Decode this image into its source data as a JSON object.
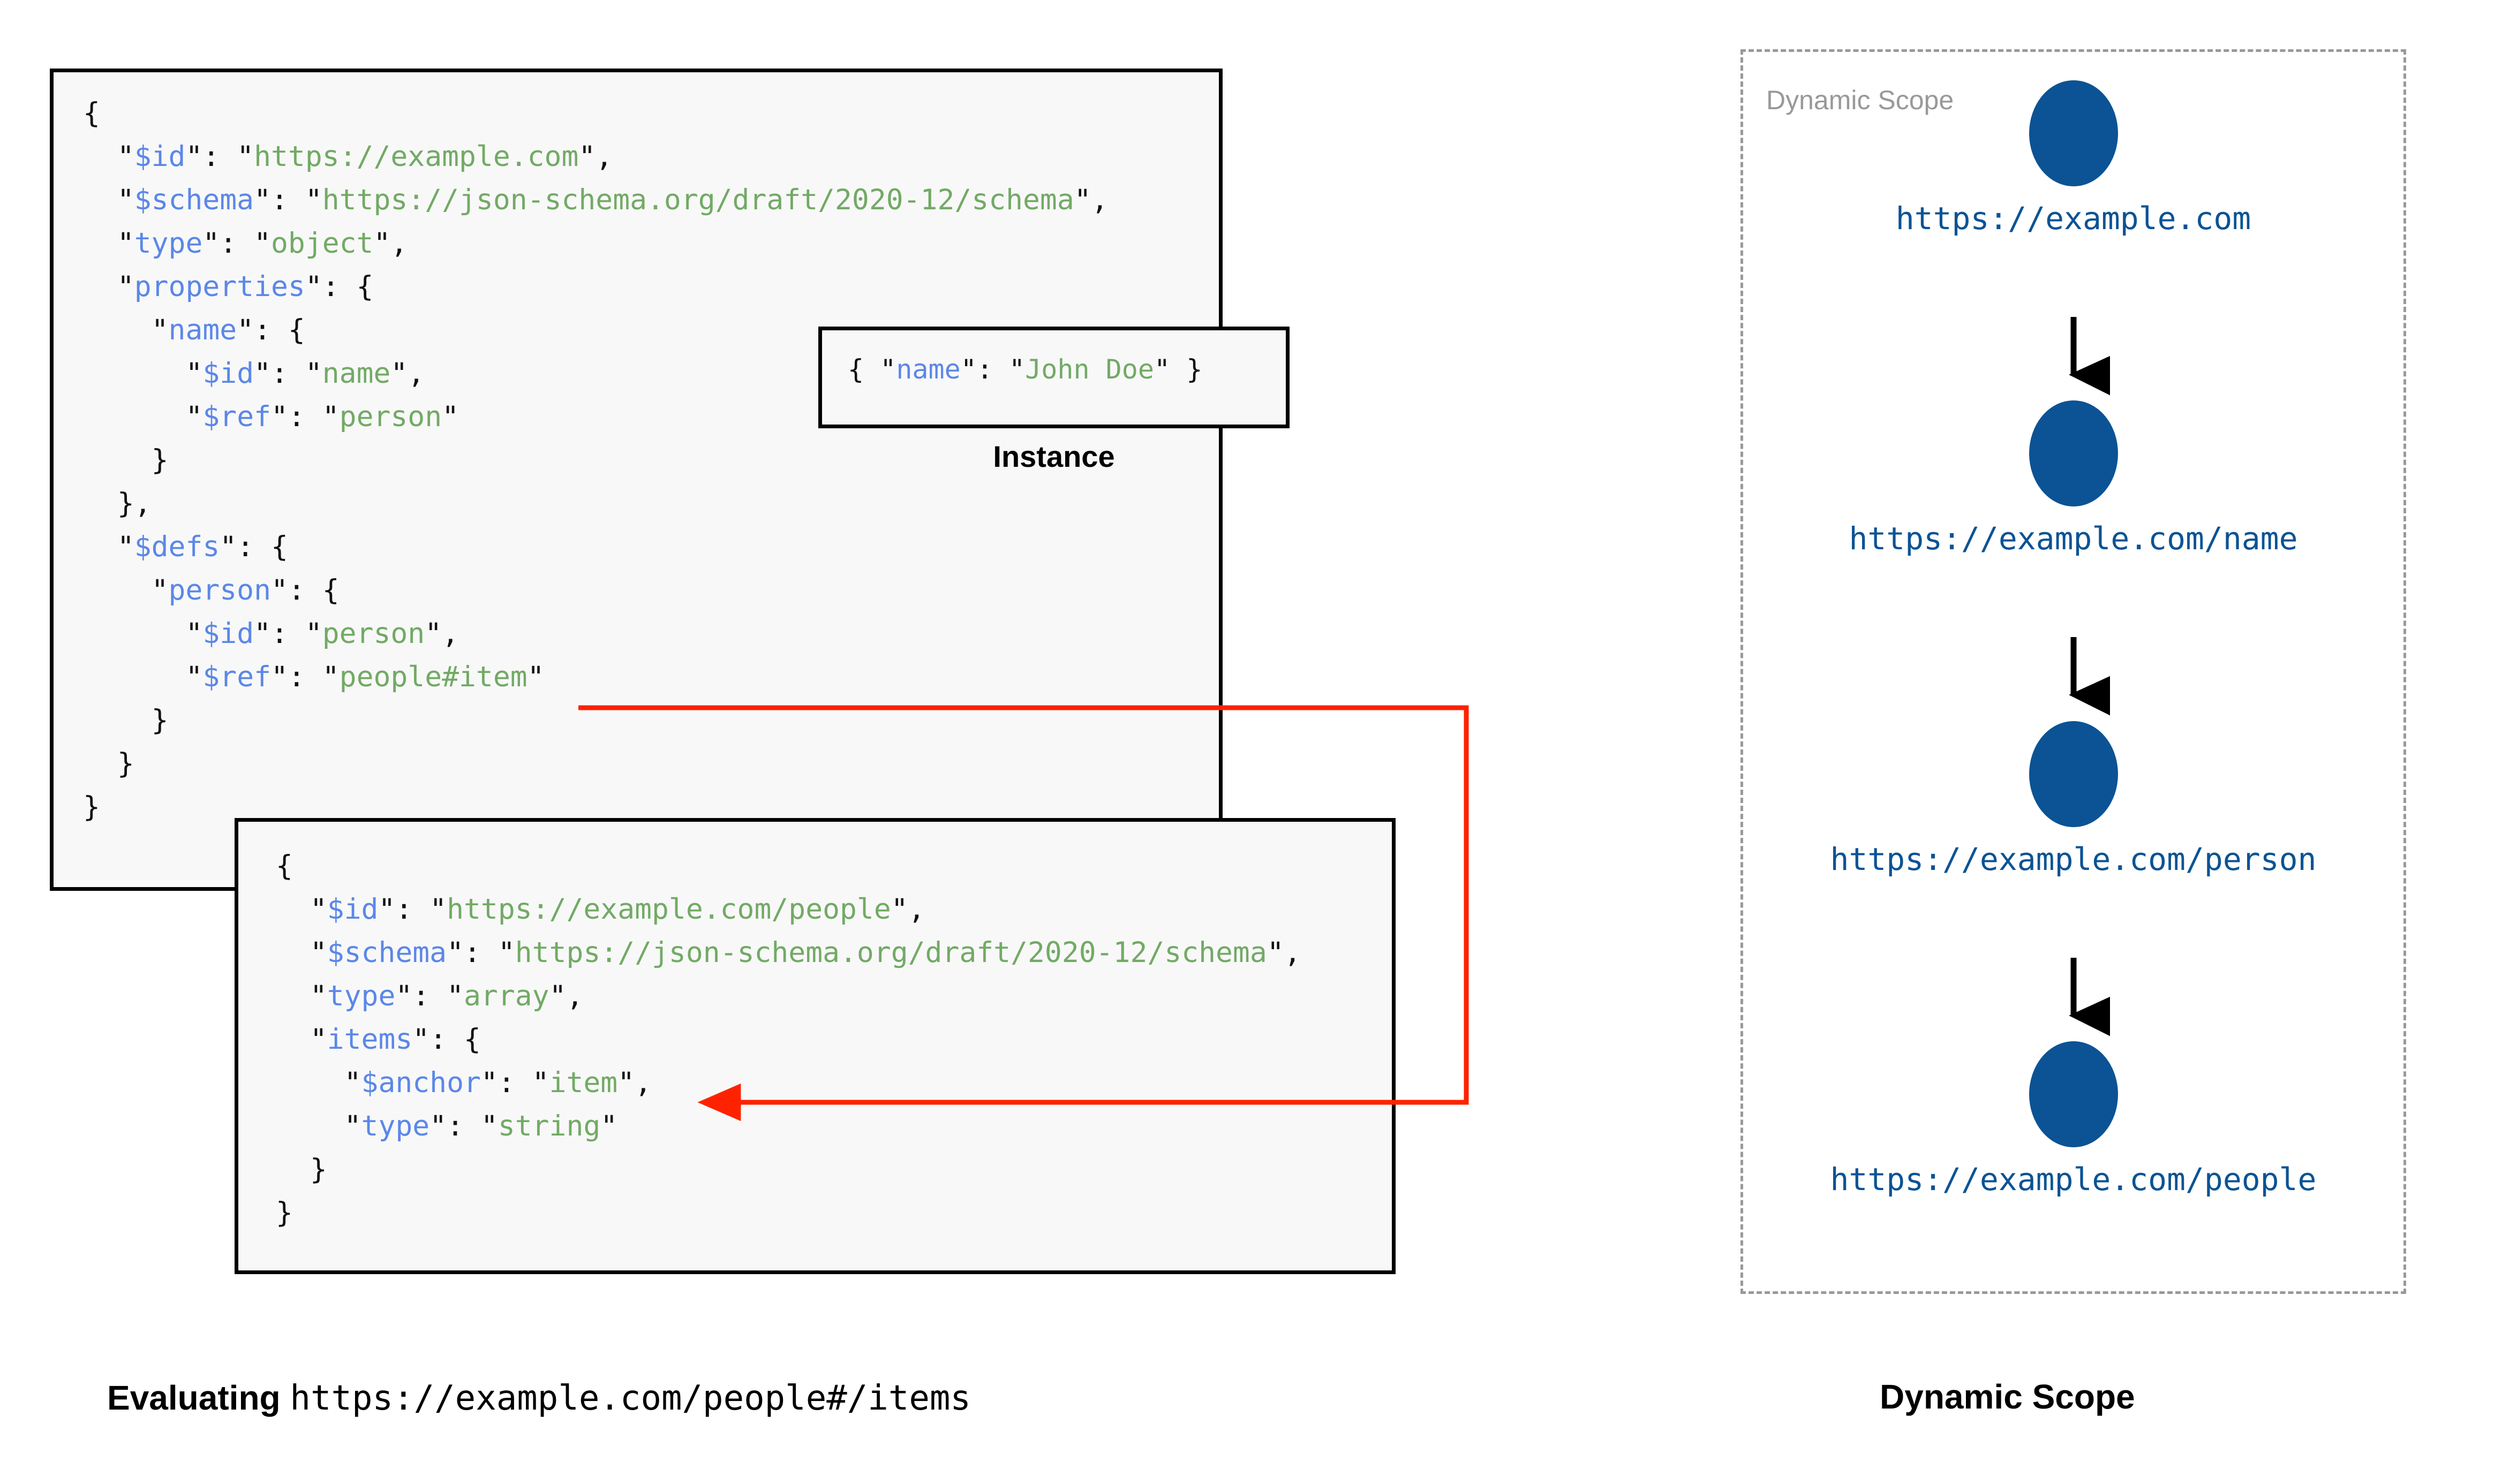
{
  "schema_root": {
    "name": "root-schema",
    "lines": [
      [
        {
          "t": "{",
          "c": "p"
        }
      ],
      [
        {
          "t": "  \"",
          "c": "p"
        },
        {
          "t": "$id",
          "c": "k"
        },
        {
          "t": "\": \"",
          "c": "p"
        },
        {
          "t": "https://example.com",
          "c": "s"
        },
        {
          "t": "\",",
          "c": "p"
        }
      ],
      [
        {
          "t": "  \"",
          "c": "p"
        },
        {
          "t": "$schema",
          "c": "k"
        },
        {
          "t": "\": \"",
          "c": "p"
        },
        {
          "t": "https://json-schema.org/draft/2020-12/schema",
          "c": "s"
        },
        {
          "t": "\",",
          "c": "p"
        }
      ],
      [
        {
          "t": "  \"",
          "c": "p"
        },
        {
          "t": "type",
          "c": "k"
        },
        {
          "t": "\": \"",
          "c": "p"
        },
        {
          "t": "object",
          "c": "s"
        },
        {
          "t": "\",",
          "c": "p"
        }
      ],
      [
        {
          "t": "  \"",
          "c": "p"
        },
        {
          "t": "properties",
          "c": "k"
        },
        {
          "t": "\": {",
          "c": "p"
        }
      ],
      [
        {
          "t": "    \"",
          "c": "p"
        },
        {
          "t": "name",
          "c": "k"
        },
        {
          "t": "\": {",
          "c": "p"
        }
      ],
      [
        {
          "t": "      \"",
          "c": "p"
        },
        {
          "t": "$id",
          "c": "k"
        },
        {
          "t": "\": \"",
          "c": "p"
        },
        {
          "t": "name",
          "c": "s"
        },
        {
          "t": "\",",
          "c": "p"
        }
      ],
      [
        {
          "t": "      \"",
          "c": "p"
        },
        {
          "t": "$ref",
          "c": "k"
        },
        {
          "t": "\": \"",
          "c": "p"
        },
        {
          "t": "person",
          "c": "s"
        },
        {
          "t": "\"",
          "c": "p"
        }
      ],
      [
        {
          "t": "    }",
          "c": "p"
        }
      ],
      [
        {
          "t": "  },",
          "c": "p"
        }
      ],
      [
        {
          "t": "  \"",
          "c": "p"
        },
        {
          "t": "$defs",
          "c": "k"
        },
        {
          "t": "\": {",
          "c": "p"
        }
      ],
      [
        {
          "t": "    \"",
          "c": "p"
        },
        {
          "t": "person",
          "c": "k"
        },
        {
          "t": "\": {",
          "c": "p"
        }
      ],
      [
        {
          "t": "      \"",
          "c": "p"
        },
        {
          "t": "$id",
          "c": "k"
        },
        {
          "t": "\": \"",
          "c": "p"
        },
        {
          "t": "person",
          "c": "s"
        },
        {
          "t": "\",",
          "c": "p"
        }
      ],
      [
        {
          "t": "      \"",
          "c": "p"
        },
        {
          "t": "$ref",
          "c": "k"
        },
        {
          "t": "\": \"",
          "c": "p"
        },
        {
          "t": "people#item",
          "c": "s"
        },
        {
          "t": "\"",
          "c": "p"
        }
      ],
      [
        {
          "t": "    }",
          "c": "p"
        }
      ],
      [
        {
          "t": "  }",
          "c": "p"
        }
      ],
      [
        {
          "t": "}",
          "c": "p"
        }
      ]
    ]
  },
  "instance": {
    "caption": "Instance",
    "lines": [
      [
        {
          "t": "{ \"",
          "c": "p"
        },
        {
          "t": "name",
          "c": "k"
        },
        {
          "t": "\": \"",
          "c": "p"
        },
        {
          "t": "John Doe",
          "c": "s"
        },
        {
          "t": "\" }",
          "c": "p"
        }
      ]
    ]
  },
  "people_schema": {
    "name": "people-schema",
    "lines": [
      [
        {
          "t": "{",
          "c": "p"
        }
      ],
      [
        {
          "t": "  \"",
          "c": "p"
        },
        {
          "t": "$id",
          "c": "k"
        },
        {
          "t": "\": \"",
          "c": "p"
        },
        {
          "t": "https://example.com/people",
          "c": "s"
        },
        {
          "t": "\",",
          "c": "p"
        }
      ],
      [
        {
          "t": "  \"",
          "c": "p"
        },
        {
          "t": "$schema",
          "c": "k"
        },
        {
          "t": "\": \"",
          "c": "p"
        },
        {
          "t": "https://json-schema.org/draft/2020-12/schema",
          "c": "s"
        },
        {
          "t": "\",",
          "c": "p"
        }
      ],
      [
        {
          "t": "  \"",
          "c": "p"
        },
        {
          "t": "type",
          "c": "k"
        },
        {
          "t": "\": \"",
          "c": "p"
        },
        {
          "t": "array",
          "c": "s"
        },
        {
          "t": "\",",
          "c": "p"
        }
      ],
      [
        {
          "t": "  \"",
          "c": "p"
        },
        {
          "t": "items",
          "c": "k"
        },
        {
          "t": "\": {",
          "c": "p"
        }
      ],
      [
        {
          "t": "    \"",
          "c": "p"
        },
        {
          "t": "$anchor",
          "c": "k"
        },
        {
          "t": "\": \"",
          "c": "p"
        },
        {
          "t": "item",
          "c": "s"
        },
        {
          "t": "\",",
          "c": "p"
        }
      ],
      [
        {
          "t": "    \"",
          "c": "p"
        },
        {
          "t": "type",
          "c": "k"
        },
        {
          "t": "\": \"",
          "c": "p"
        },
        {
          "t": "string",
          "c": "s"
        },
        {
          "t": "\"",
          "c": "p"
        }
      ],
      [
        {
          "t": "  }",
          "c": "p"
        }
      ],
      [
        {
          "t": "}",
          "c": "p"
        }
      ]
    ]
  },
  "dynamic_scope": {
    "panel_title": "Dynamic Scope",
    "nodes": [
      {
        "label": "https://example.com"
      },
      {
        "label": "https://example.com/name"
      },
      {
        "label": "https://example.com/person"
      },
      {
        "label": "https://example.com/people"
      }
    ]
  },
  "captions": {
    "left_prefix": "Evaluating",
    "left_uri": "https://example.com/people#/items",
    "right": "Dynamic Scope"
  },
  "colors": {
    "json_key": "#5b87e8",
    "json_string": "#72aa65",
    "json_punct": "#111111",
    "node_fill": "#0b5394",
    "node_label": "#0b5394",
    "scope_border": "#999999",
    "ref_arrow": "#ff2200",
    "box_border": "#000000",
    "box_background": "#f8f8f8"
  }
}
